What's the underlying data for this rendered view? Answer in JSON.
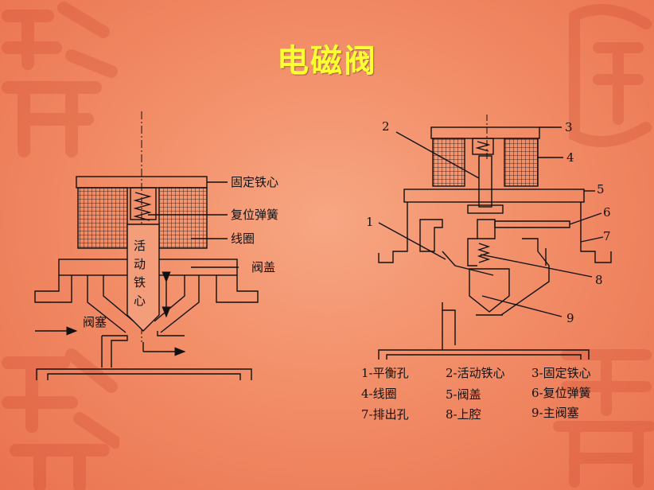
{
  "slide": {
    "title": "电磁阀"
  },
  "left_diagram": {
    "labels": {
      "fixed_core": "固定铁心",
      "spring": "复位弹簧",
      "coil": "线圈",
      "valve_cover": "阀盖",
      "valve_plug": "阀塞",
      "moving_core_1": "活",
      "moving_core_2": "动",
      "moving_core_3": "铁",
      "moving_core_4": "心"
    }
  },
  "right_diagram": {
    "numbers": [
      "1",
      "2",
      "3",
      "4",
      "5",
      "6",
      "7",
      "8",
      "9"
    ],
    "legend": [
      "1-平衡孔",
      "2-活动铁心",
      "3-固定铁心",
      "4-线圈",
      "5-阀盖",
      "6-复位弹簧",
      "7-排出孔",
      "8-上腔",
      "9-主阀塞"
    ]
  },
  "colors": {
    "background": "#f28e68",
    "title": "#ffff33",
    "line": "#111111"
  }
}
